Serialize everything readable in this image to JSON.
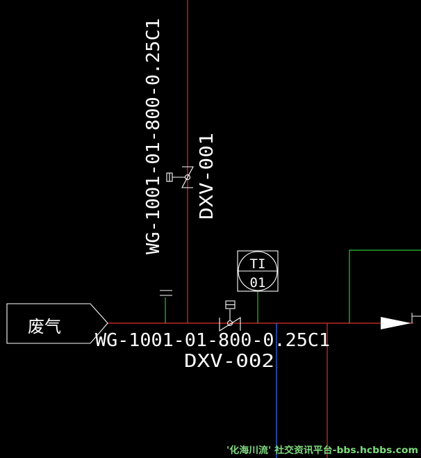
{
  "drawing": {
    "vertical_pipe": {
      "line_no": "WG-1001-01-800-0.25C1",
      "valve_tag": "DXV-001"
    },
    "horizontal_pipe": {
      "line_no": "WG-1001-01-800-0.25C1",
      "valve_tag": "DXV-002"
    },
    "source_label": "废气",
    "instrument": {
      "function": "TI",
      "number": "01"
    },
    "watermark": "'化海川流' 社交资讯平台-bbs.hcbbs.com"
  },
  "colors": {
    "pipe": "#ff3b3b",
    "signal": "#3bd13b",
    "aux": "#3b7bff",
    "symbol": "#ffffff"
  }
}
